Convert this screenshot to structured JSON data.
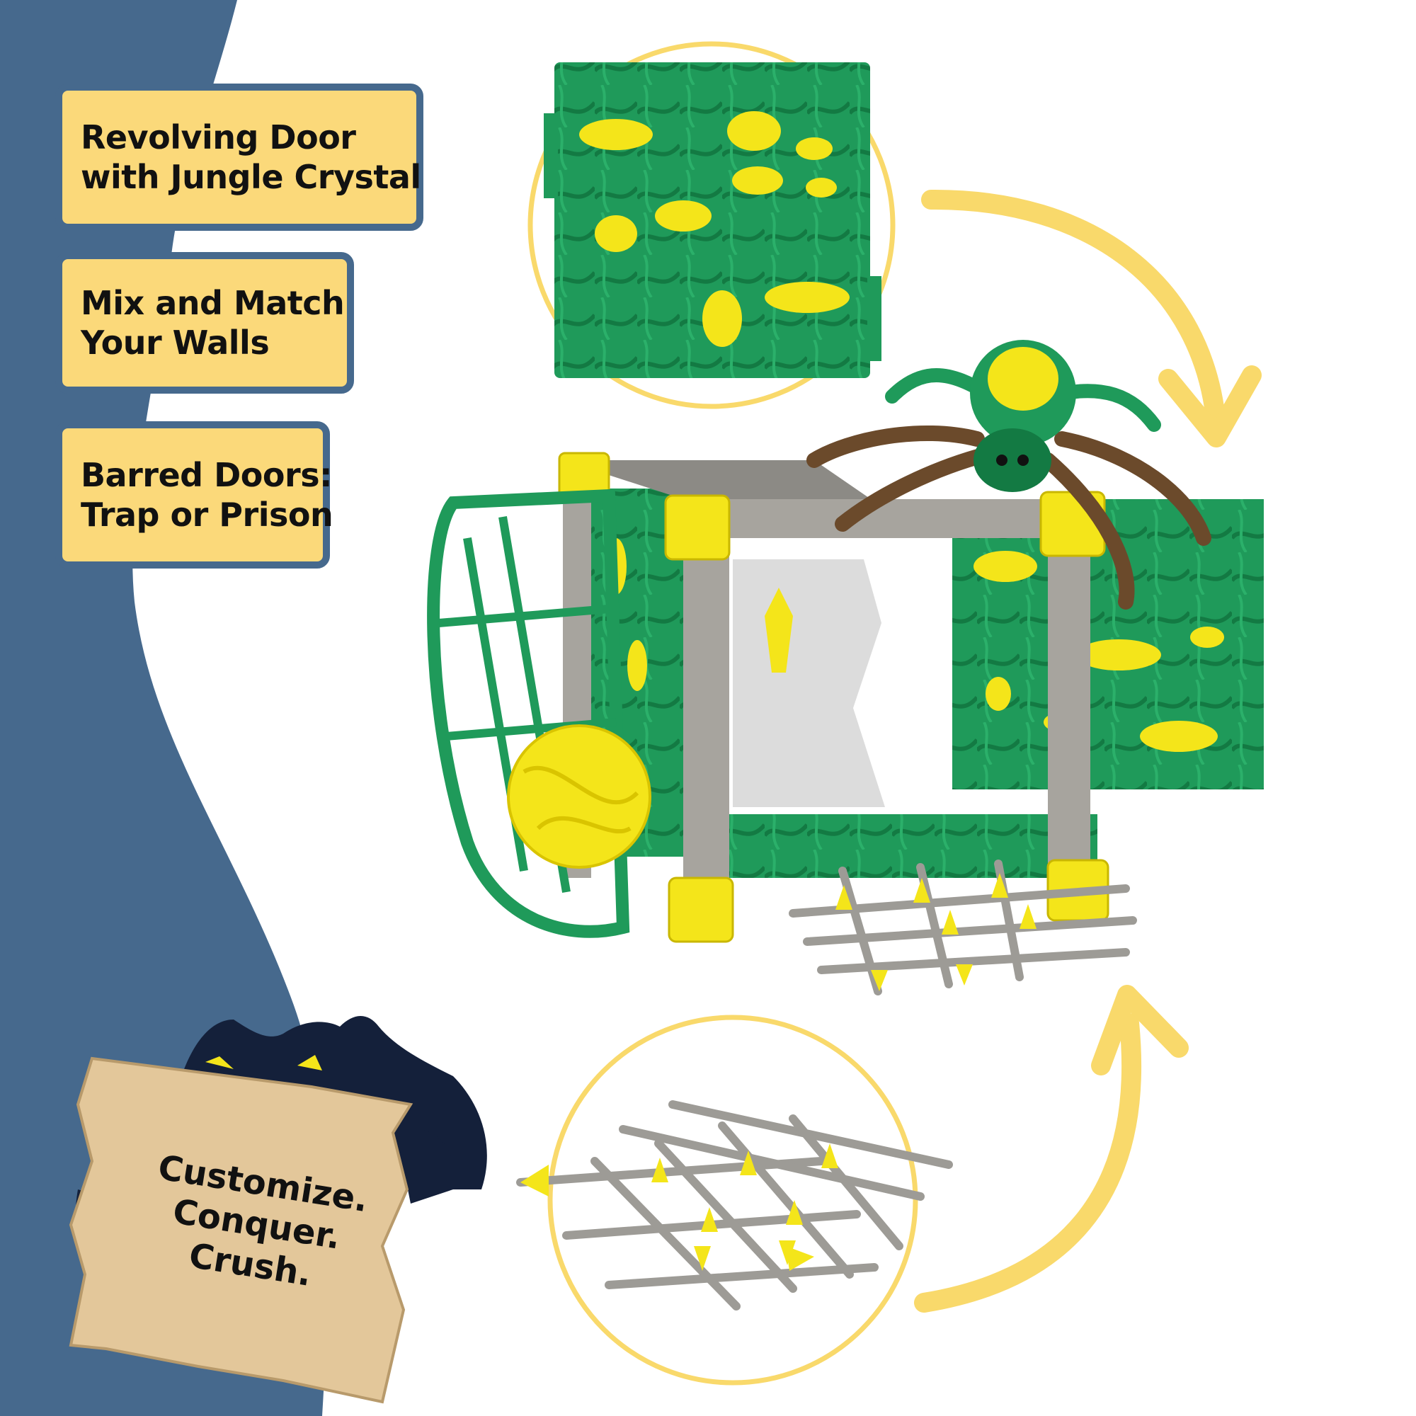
{
  "features": [
    {
      "lines": [
        "Revolving Door",
        "with Jungle Crystal"
      ]
    },
    {
      "lines": [
        "Mix and Match",
        "Your Walls"
      ]
    },
    {
      "lines": [
        "Barred Doors:",
        "Trap or Prison"
      ]
    }
  ],
  "slogan": {
    "lines": [
      "Customize.",
      "Conquer.",
      "Crush."
    ]
  },
  "colors": {
    "background": "#ffffff",
    "side_band": "#46698d",
    "card_fill": "#fbd97a",
    "accent_yellow": "#f9d96b",
    "wall_green": "#1f9a5a",
    "crystal_yellow": "#f4e51a",
    "frame_grey": "#a7a49e",
    "parchment": "#e3c79a",
    "monster_silhouette": "#14203a"
  },
  "icons": [
    "curved-arrow-icon",
    "monster-silhouette-icon"
  ]
}
